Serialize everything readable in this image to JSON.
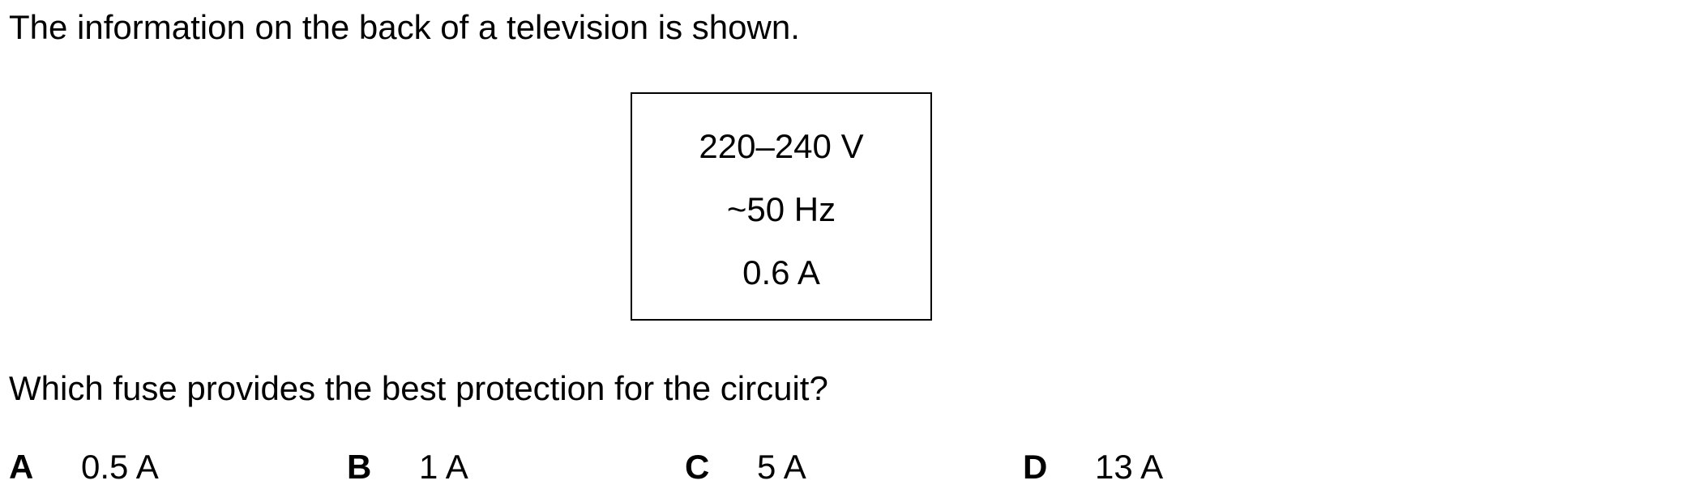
{
  "stem": "The information on the back of a television is shown.",
  "rating_label": {
    "lines": [
      "220–240 V",
      "~50 Hz",
      "0.6 A"
    ]
  },
  "question": "Which fuse provides the best protection for the circuit?",
  "options": [
    {
      "letter": "A",
      "value": "0.5 A"
    },
    {
      "letter": "B",
      "value": "1 A"
    },
    {
      "letter": "C",
      "value": "5 A"
    },
    {
      "letter": "D",
      "value": "13 A"
    }
  ]
}
